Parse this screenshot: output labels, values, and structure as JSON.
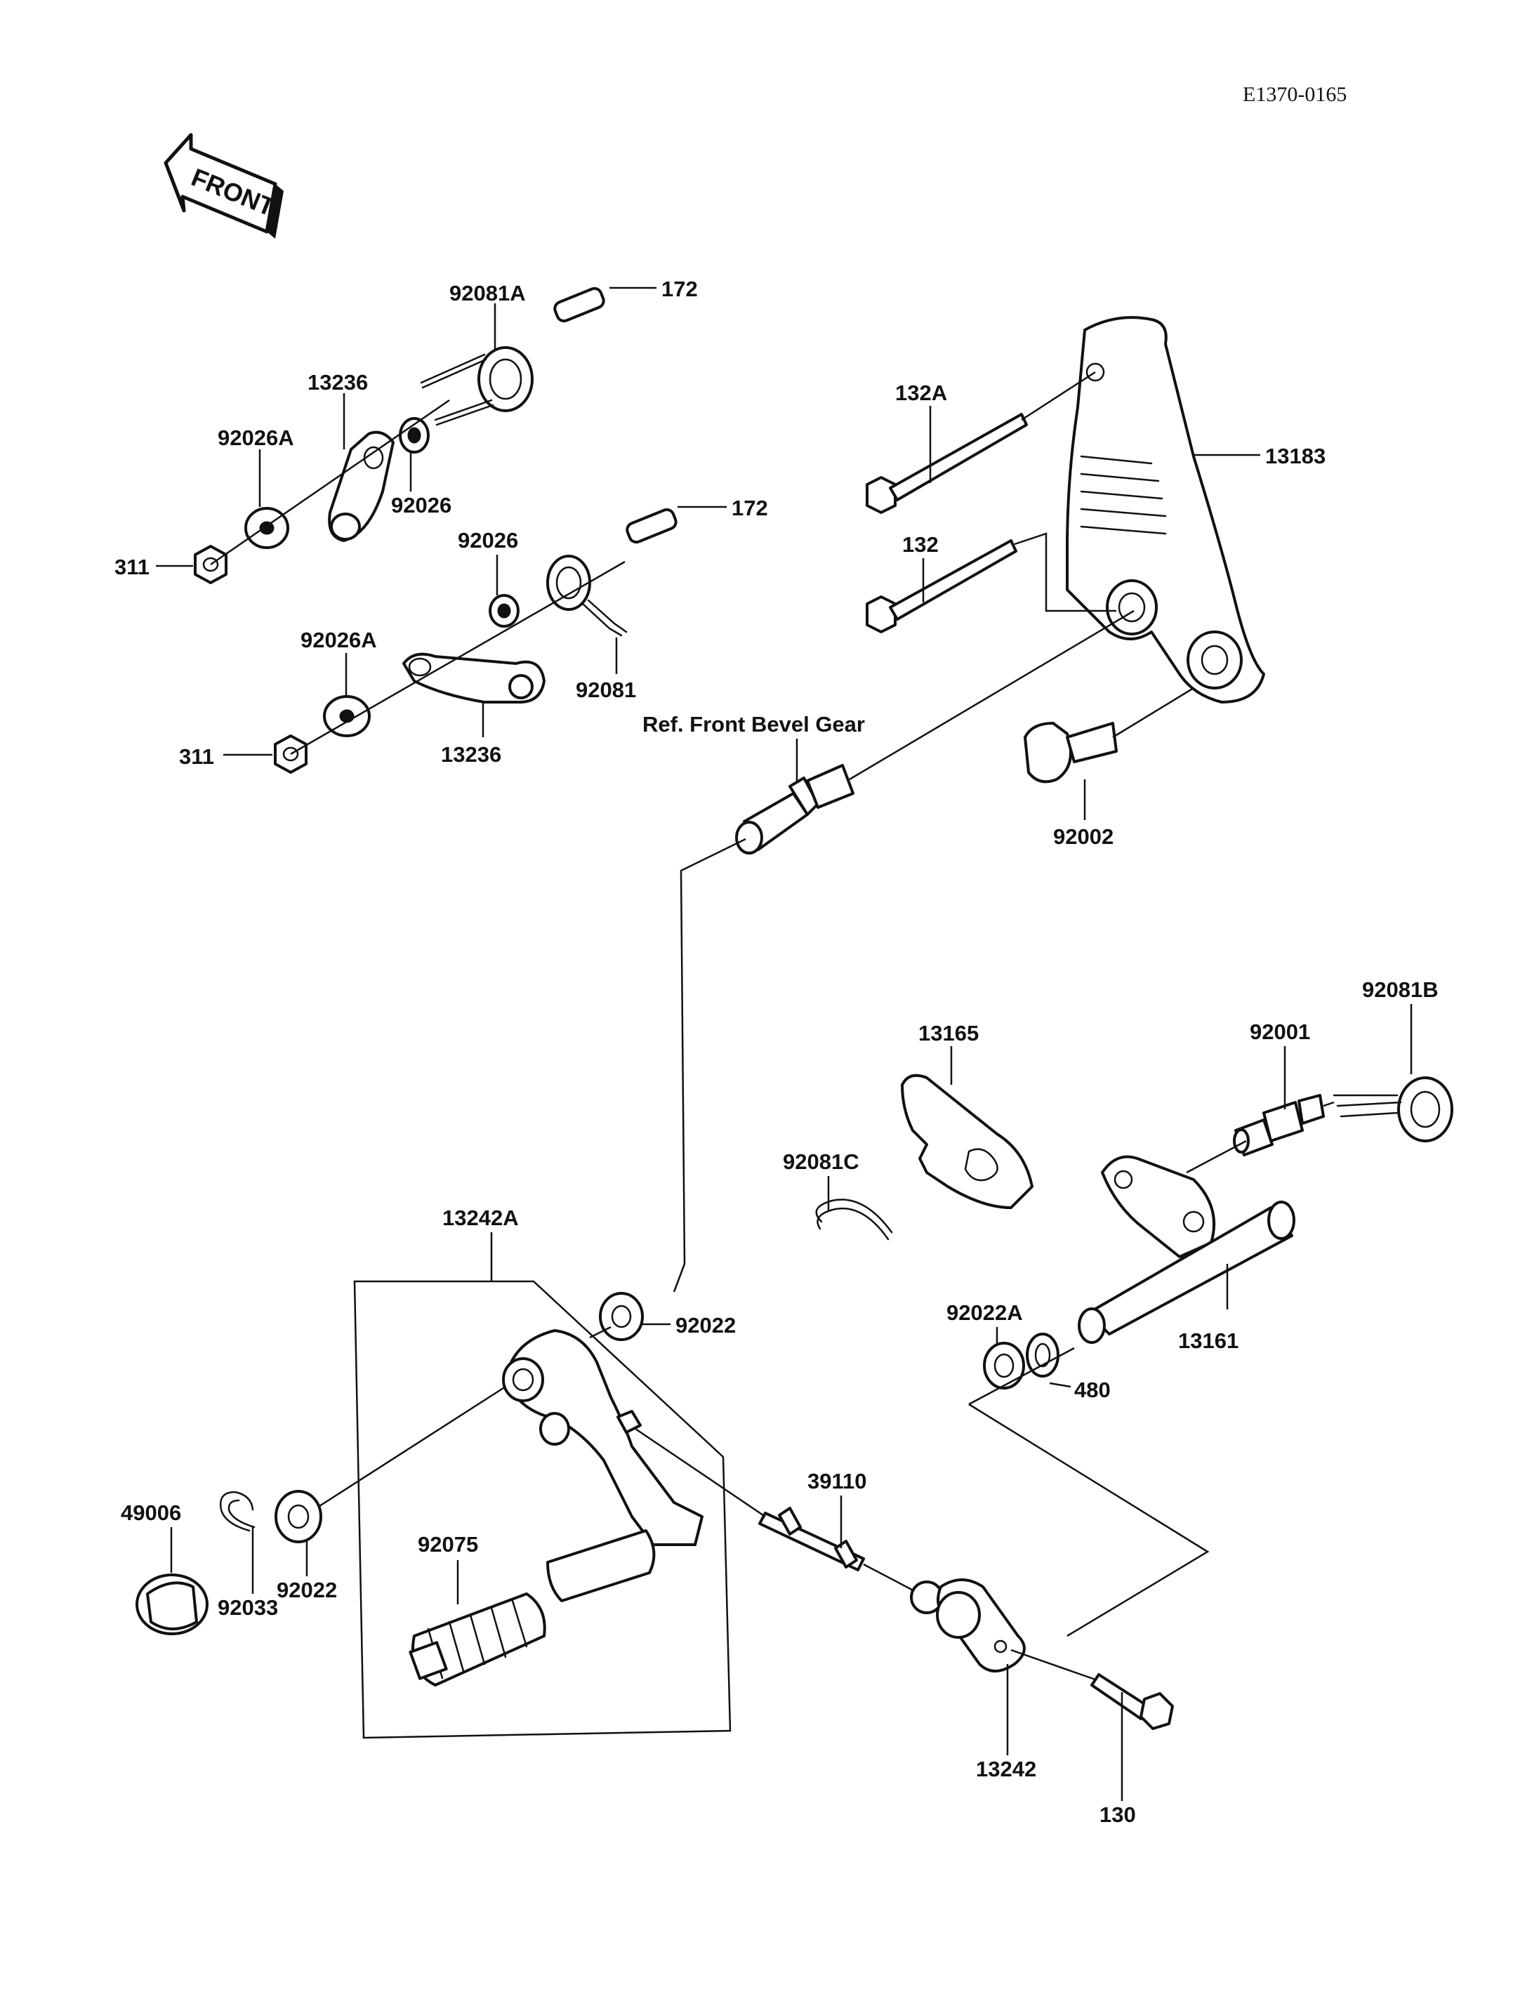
{
  "diagram_code": "E1370-0165",
  "front_arrow_text": "FRONT",
  "reference_label": "Ref. Front Bevel Gear",
  "part_labels": {
    "p92081A": "92081A",
    "p172_top": "172",
    "p13236_top": "13236",
    "p92026A_top": "92026A",
    "p92026_top": "92026",
    "p311_top": "311",
    "p172_mid": "172",
    "p92026_mid": "92026",
    "p92026A_mid": "92026A",
    "p92081": "92081",
    "p13236_mid": "13236",
    "p311_mid": "311",
    "p132A": "132A",
    "p132": "132",
    "p13183": "13183",
    "p92002": "92002",
    "p13165": "13165",
    "p92081B": "92081B",
    "p92001": "92001",
    "p92081C": "92081C",
    "p13242A": "13242A",
    "p92022_top": "92022",
    "p92022A": "92022A",
    "p13161": "13161",
    "p480": "480",
    "p49006": "49006",
    "p92033": "92033",
    "p92022_bot": "92022",
    "p92075": "92075",
    "p39110": "39110",
    "p13242": "13242",
    "p130": "130"
  }
}
